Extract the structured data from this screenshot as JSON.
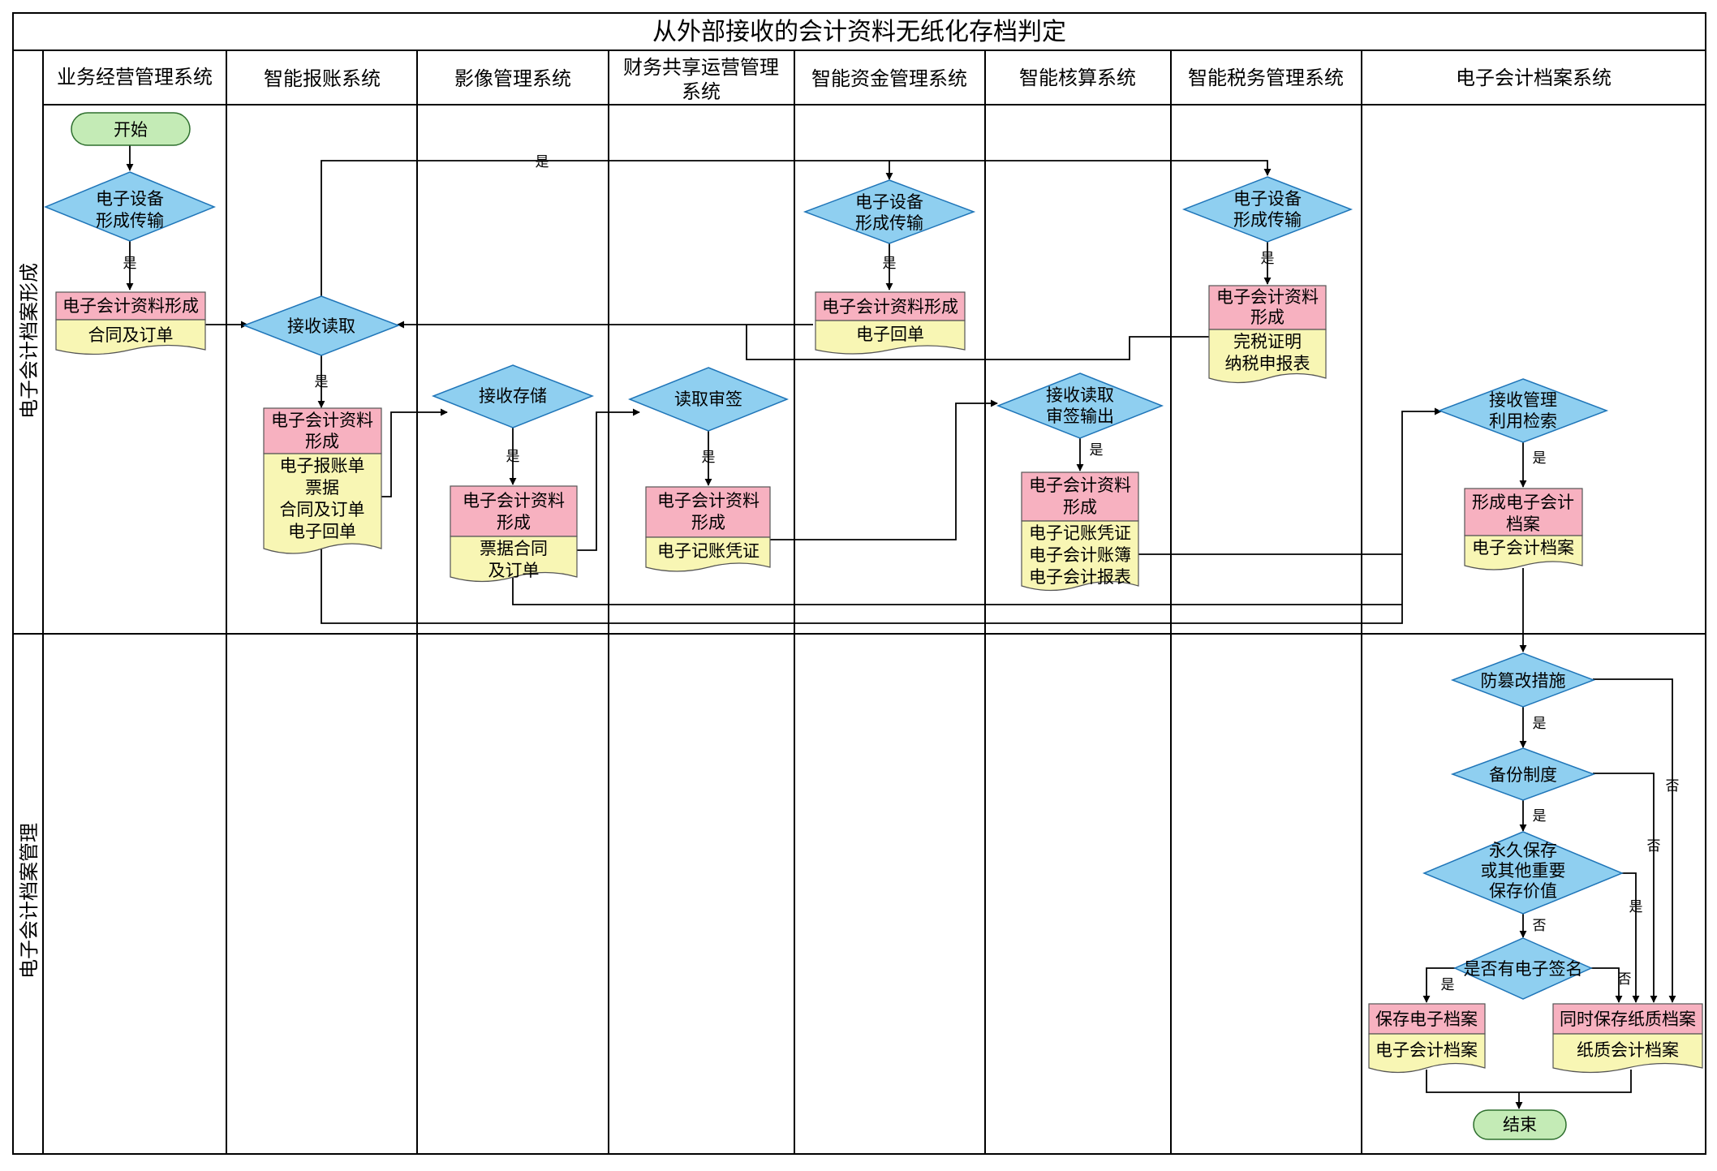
{
  "title": "从外部接收的会计资料无纸化存档判定",
  "columns": [
    {
      "label": "业务经营管理系统"
    },
    {
      "label": "智能报账系统"
    },
    {
      "label": "影像管理系统"
    },
    {
      "label_line1": "财务共享运营管理",
      "label_line2": "系统"
    },
    {
      "label": "智能资金管理系统"
    },
    {
      "label": "智能核算系统"
    },
    {
      "label": "智能税务管理系统"
    },
    {
      "label": "电子会计档案系统"
    }
  ],
  "lanes": [
    {
      "label": "电子会计档案形成"
    },
    {
      "label": "电子会计档案管理"
    }
  ],
  "nodes": {
    "start": "开始",
    "end": "结束",
    "biz_device": {
      "l1": "电子设备",
      "l2": "形成传输"
    },
    "biz_doc_head": "电子会计资料形成",
    "biz_doc_body": "合同及订单",
    "rcv_read": "接收读取",
    "exp_doc_head": {
      "l1": "电子会计资料",
      "l2": "形成"
    },
    "exp_doc_body": {
      "l1": "电子报账单",
      "l2": "票据",
      "l3": "合同及订单",
      "l4": "电子回单"
    },
    "img_store": "接收存储",
    "img_doc_head": {
      "l1": "电子会计资料",
      "l2": "形成"
    },
    "img_doc_body": {
      "l1": "票据合同",
      "l2": "及订单"
    },
    "fss_audit": "读取审签",
    "fss_doc_head": {
      "l1": "电子会计资料",
      "l2": "形成"
    },
    "fss_doc_body": "电子记账凭证",
    "fund_device": {
      "l1": "电子设备",
      "l2": "形成传输"
    },
    "fund_doc_head": "电子会计资料形成",
    "fund_doc_body": "电子回单",
    "acc_read": {
      "l1": "接收读取",
      "l2": "审签输出"
    },
    "acc_doc_head": {
      "l1": "电子会计资料",
      "l2": "形成"
    },
    "acc_doc_body": {
      "l1": "电子记账凭证",
      "l2": "电子会计账簿",
      "l3": "电子会计报表"
    },
    "tax_device": {
      "l1": "电子设备",
      "l2": "形成传输"
    },
    "tax_doc_head": {
      "l1": "电子会计资料",
      "l2": "形成"
    },
    "tax_doc_body": {
      "l1": "完税证明",
      "l2": "纳税申报表"
    },
    "arc_manage": {
      "l1": "接收管理",
      "l2": "利用检索"
    },
    "arc_doc_head": {
      "l1": "形成电子会计",
      "l2": "档案"
    },
    "arc_doc_body": "电子会计档案",
    "tamper": "防篡改措施",
    "backup": "备份制度",
    "permanent": {
      "l1": "永久保存",
      "l2": "或其他重要",
      "l3": "保存价值"
    },
    "esign": "是否有电子签名",
    "save_e_head": "保存电子档案",
    "save_e_body": "电子会计档案",
    "save_p_head": "同时保存纸质档案",
    "save_p_body": "纸质会计档案"
  },
  "edge_labels": {
    "yes": "是",
    "no": "否"
  }
}
